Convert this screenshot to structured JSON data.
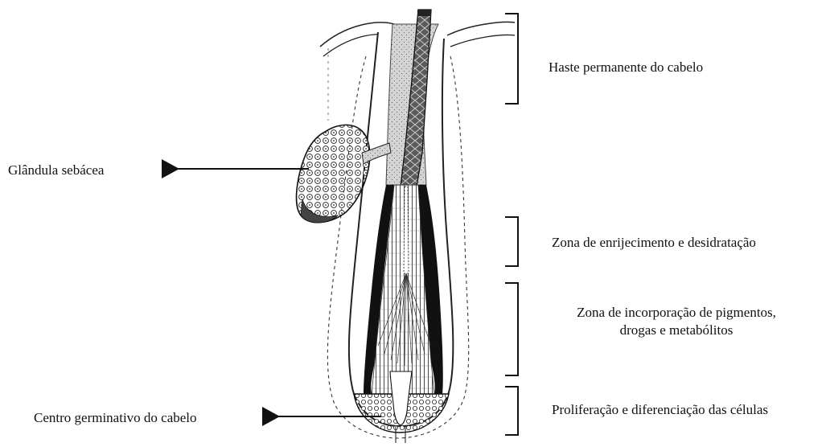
{
  "diagram": {
    "labels": {
      "sebaceous_gland": "Glândula sebácea",
      "germinative_center": "Centro germinativo do cabelo",
      "permanent_shaft": "Haste permanente do cabelo",
      "hardening_zone": "Zona de enrijecimento e desidratação",
      "incorporation_zone_line1": "Zona de incorporação de pigmentos,",
      "incorporation_zone_line2": "drogas e metabólitos",
      "proliferation_zone": "Proliferação e diferenciação das células"
    }
  }
}
